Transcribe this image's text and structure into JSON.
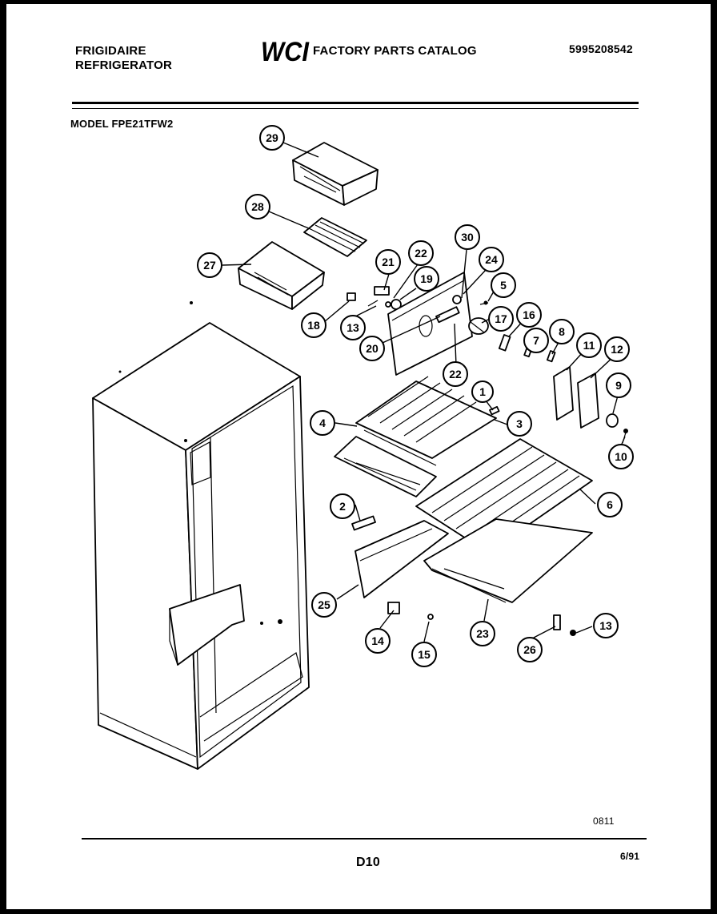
{
  "header": {
    "brand_line1": "FRIGIDAIRE",
    "brand_line2": "REFRIGERATOR",
    "logo_text": "WCI",
    "catalog_title": "FACTORY PARTS CATALOG",
    "catalog_number": "5995208542",
    "model": "MODEL FPE21TFW2"
  },
  "footer": {
    "code": "0811",
    "page": "D10",
    "date": "6/91"
  },
  "callouts": [
    "29",
    "28",
    "27",
    "21",
    "22",
    "30",
    "24",
    "19",
    "5",
    "18",
    "13",
    "17",
    "16",
    "7",
    "8",
    "11",
    "12",
    "20",
    "22",
    "1",
    "9",
    "4",
    "3",
    "10",
    "2",
    "6",
    "25",
    "14",
    "15",
    "23",
    "26",
    "13"
  ]
}
